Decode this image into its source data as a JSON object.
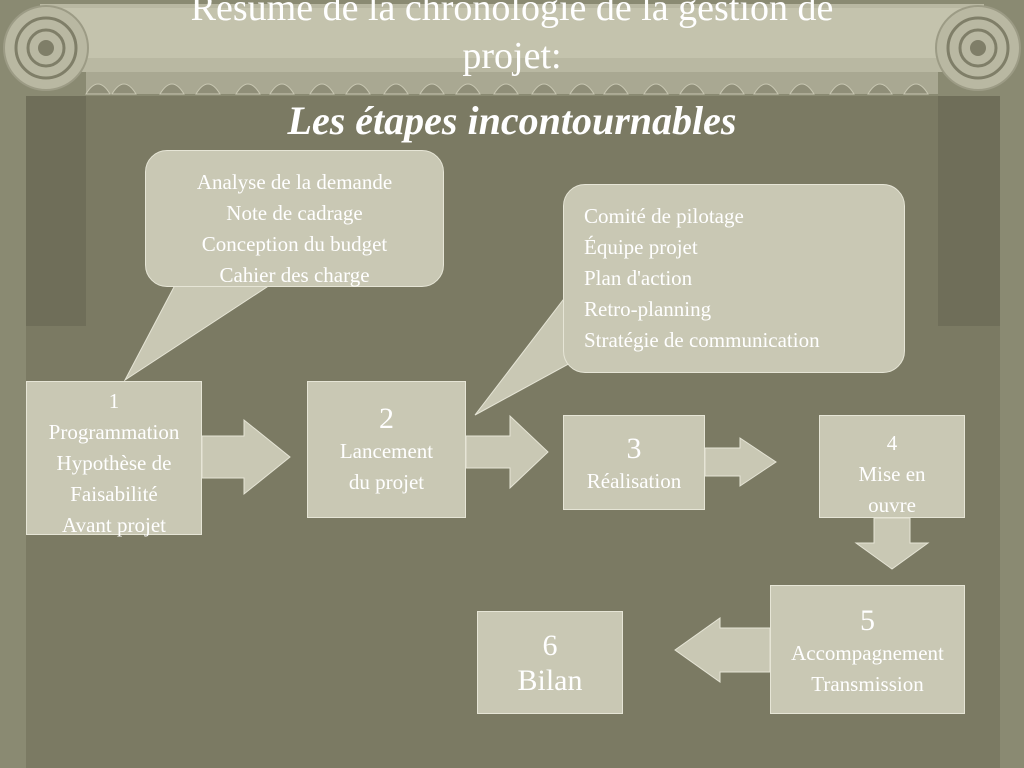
{
  "title": {
    "line1": "Résumé de la chronologie de la gestion de",
    "line2": "projet:",
    "subtitle": "Les étapes incontournables"
  },
  "bubble_left": {
    "lines": [
      "Analyse de la demande",
      "Note de cadrage",
      "Conception du budget",
      "Cahier des charge"
    ]
  },
  "bubble_right": {
    "lines": [
      "Comité de pilotage",
      "Équipe projet",
      "Plan d'action",
      "Retro-planning",
      "Stratégie de communication"
    ]
  },
  "steps": [
    {
      "number": "1",
      "lines": [
        "Programmation",
        "Hypothèse de",
        "Faisabilité",
        "Avant projet"
      ]
    },
    {
      "number": "2",
      "lines": [
        "Lancement",
        "du projet"
      ]
    },
    {
      "number": "3",
      "lines": [
        "Réalisation"
      ]
    },
    {
      "number": "4",
      "lines": [
        "Mise en",
        "ouvre"
      ]
    },
    {
      "number": "5",
      "lines": [
        "Accompagnement",
        "Transmission"
      ]
    },
    {
      "number": "6",
      "lines": [
        "Bilan"
      ]
    }
  ],
  "colors": {
    "background": "#7b7a63",
    "box_fill": "#c9c8b4",
    "column_stone": "#b9b8a2",
    "text": "#ffffff"
  }
}
